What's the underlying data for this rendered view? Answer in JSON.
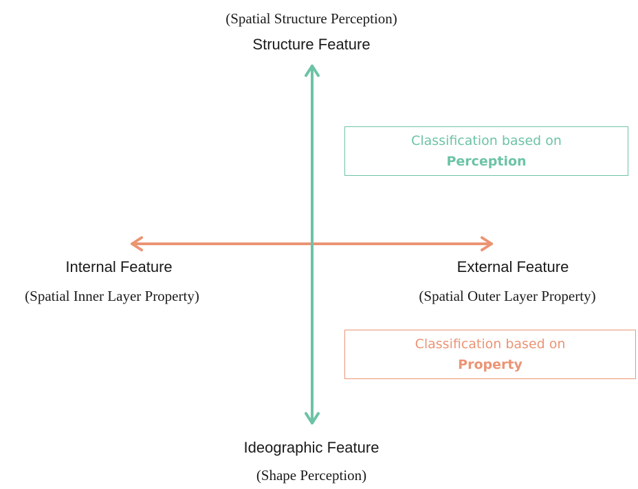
{
  "axes": {
    "top": {
      "sub": "(Spatial Structure Perception)",
      "title": "Structure Feature"
    },
    "bottom": {
      "title": "Ideographic Feature",
      "sub": "(Shape Perception)"
    },
    "left": {
      "title": "Internal Feature",
      "sub": "(Spatial Inner Layer Property)"
    },
    "right": {
      "title": "External Feature",
      "sub": "(Spatial Outer Layer Property)"
    }
  },
  "boxes": {
    "perception": {
      "line1": "Classification based on",
      "line2": "Perception",
      "color": "#6cc3a6"
    },
    "property": {
      "line1": "Classification based on",
      "line2": "Property",
      "color": "#eb9474"
    }
  },
  "colors": {
    "vertical_axis": "#6cc3a6",
    "horizontal_axis": "#eb9474"
  }
}
